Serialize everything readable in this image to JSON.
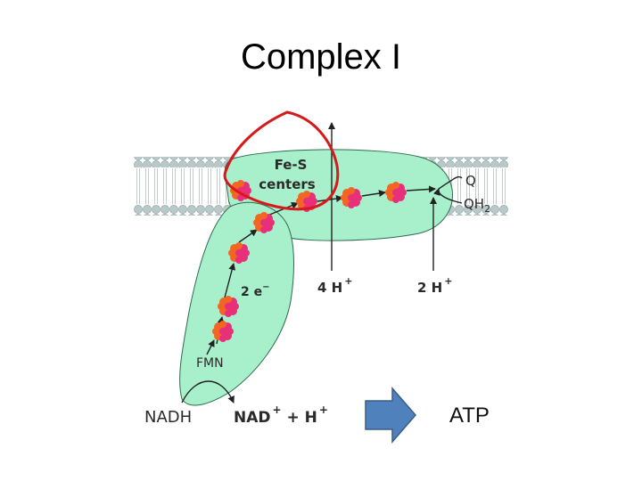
{
  "slide": {
    "title": "Complex I"
  },
  "diagram": {
    "labels": {
      "fes_line1": "Fe-S",
      "fes_line2": "centers",
      "q": "Q",
      "qh2": "QH",
      "qh2_sub": "2",
      "four_h": "4 H",
      "two_h": "2 H",
      "plus": "+",
      "two_e": "2 e",
      "minus": "−",
      "fmn": "FMN",
      "nadh": "NADH",
      "nad": "NAD",
      "nad_plus": "+",
      "plus_h": " + H",
      "h_plus": "+",
      "atp": "ATP"
    },
    "colors": {
      "protein": "#a8f0cc",
      "protein_stroke": "#2e6b4a",
      "membrane_head": "#b9c8c8",
      "cluster_orange": "#f26522",
      "cluster_pink": "#e8307a",
      "highlight": "#d7191c",
      "arrow_fill": "#4f81bd"
    },
    "icons": [
      "fe-s-cluster-icon",
      "block-arrow-icon",
      "proton-arrow-icon"
    ]
  }
}
